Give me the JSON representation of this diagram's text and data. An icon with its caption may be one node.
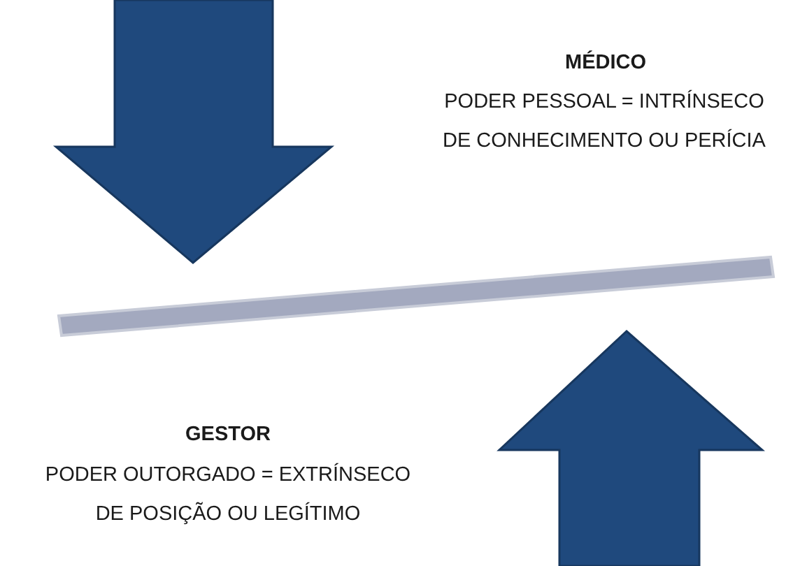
{
  "diagram": {
    "labels": [
      "MÉDICO",
      "PODER PESSOAL = INTRÍNSECO DE CONHECIMENTO OU PERÍCIA",
      "GESTOR",
      "PODER OUTORGADO = EXTRÍNSECO DE POSIÇÃO OU LEGÍTIMO"
    ]
  }
}
